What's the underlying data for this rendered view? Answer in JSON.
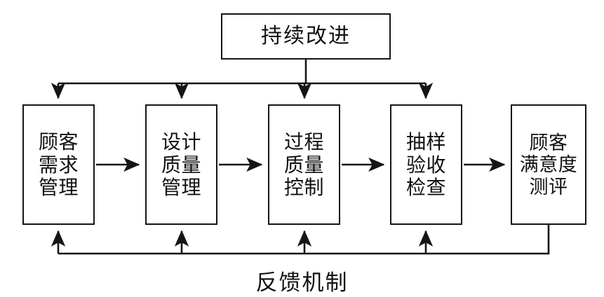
{
  "diagram": {
    "title_node": {
      "id": "continuous-improvement",
      "lines": [
        "持续改进"
      ]
    },
    "stages": [
      {
        "id": "customer-requirement-management",
        "lines": [
          "顾客",
          "需求",
          "管理"
        ]
      },
      {
        "id": "design-quality-management",
        "lines": [
          "设计",
          "质量",
          "管理"
        ]
      },
      {
        "id": "process-quality-control",
        "lines": [
          "过程",
          "质量",
          "控制"
        ]
      },
      {
        "id": "sampling-acceptance-inspection",
        "lines": [
          "抽样",
          "验收",
          "检查"
        ]
      },
      {
        "id": "customer-satisfaction-evaluation",
        "lines": [
          "顾客",
          "满意度",
          "测评"
        ]
      }
    ],
    "caption": "反馈机制",
    "colors": {
      "stroke": "#151515",
      "text": "#111111",
      "background": "#ffffff"
    },
    "connectors": {
      "flow_arrows": "left-to-right between consecutive stages",
      "top_bus": "continuous-improvement distributes down into stages 1-4",
      "bottom_bus": "feedback from customer-satisfaction-evaluation up into stages 1-4"
    }
  }
}
